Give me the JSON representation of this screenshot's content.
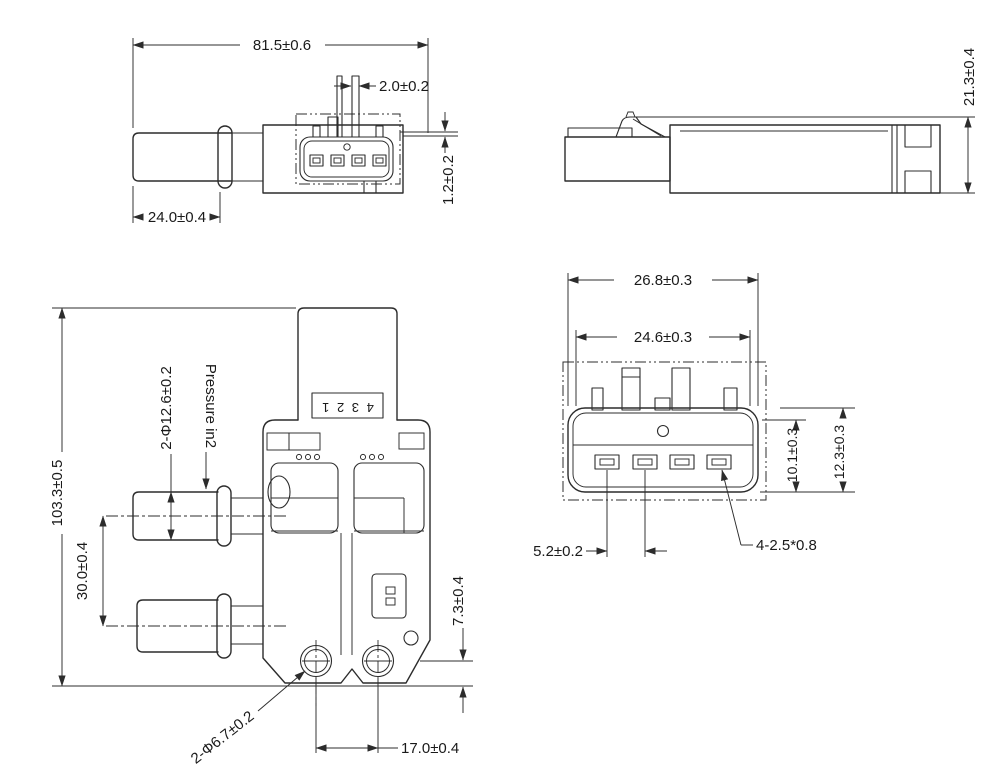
{
  "colors": {
    "line": "#2c2c2c",
    "text": "#1a1a1a",
    "background": "#ffffff"
  },
  "top_left_view": {
    "overall_width": "81.5±0.6",
    "pin_width": "2.0±0.2",
    "port_length": "24.0±0.4",
    "terminal_offset": "1.2±0.2"
  },
  "top_right_view": {
    "overall_height": "21.3±0.4"
  },
  "bottom_left_view": {
    "overall_height": "103.3±0.5",
    "port_diameter": "2-Φ12.6±0.2",
    "port_label": "Pressure in2",
    "pin_numbers": "4 3 2 1",
    "port_spacing": "30.0±0.4",
    "hole_edge_offset": "7.3±0.4",
    "hole_diameter": "2-Φ6.7±0.2",
    "hole_spacing": "17.0±0.4"
  },
  "bottom_right_view": {
    "housing_width": "26.8±0.3",
    "shroud_width": "24.6±0.3",
    "shroud_height": "10.1±0.3",
    "housing_height": "12.3±0.3",
    "terminal_pitch": "5.2±0.2",
    "terminal_size": "4-2.5*0.8"
  }
}
